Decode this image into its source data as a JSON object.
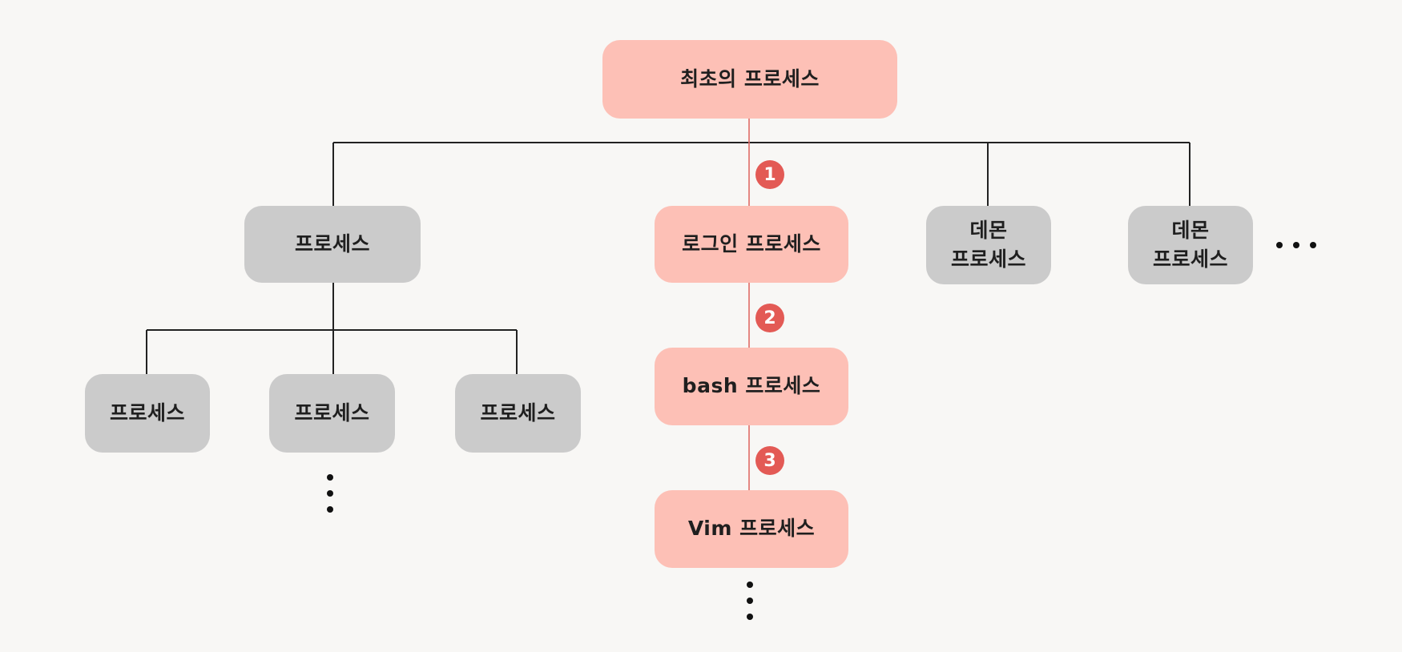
{
  "nodes": {
    "root": {
      "label": "최초의 프로세스"
    },
    "login": {
      "label": "로그인 프로세스"
    },
    "bash": {
      "label": "bash 프로세스"
    },
    "vim": {
      "label": "Vim 프로세스"
    },
    "process_a": {
      "label": "프로세스"
    },
    "process_a_child1": {
      "label": "프로세스"
    },
    "process_a_child2": {
      "label": "프로세스"
    },
    "process_a_child3": {
      "label": "프로세스"
    },
    "daemon1": {
      "line1": "데몬",
      "line2": "프로세스"
    },
    "daemon2": {
      "line1": "데몬",
      "line2": "프로세스"
    }
  },
  "steps": [
    "1",
    "2",
    "3"
  ],
  "colors": {
    "highlight_node": "#fdc0b6",
    "regular_node": "#cbcbcb",
    "step_badge": "#e35a55",
    "highlight_line": "#e06b66",
    "tree_line": "#222222"
  }
}
